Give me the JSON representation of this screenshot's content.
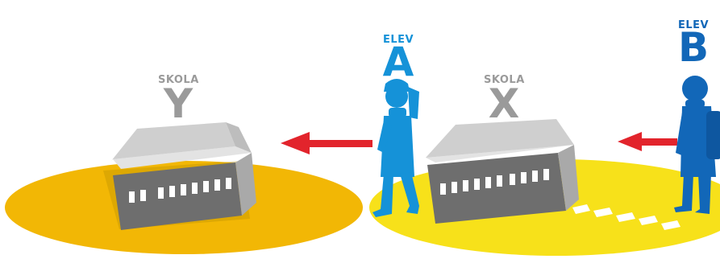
{
  "school_y": {
    "caption": "SKOLA",
    "letter": "Y"
  },
  "school_x": {
    "caption": "SKOLA",
    "letter": "X"
  },
  "student_a": {
    "caption": "ELEV",
    "letter": "A"
  },
  "student_b": {
    "caption": "ELEV",
    "letter": "B"
  },
  "colors": {
    "ground_y": "#f2b705",
    "ground_x": "#f7e11a",
    "arrow": "#e2242c",
    "student_a": "#1592d8",
    "student_b": "#1267b8",
    "building_wall": "#7c7c7c",
    "building_roof": "#c8c8c8",
    "label_grey": "#9a9a9a"
  }
}
